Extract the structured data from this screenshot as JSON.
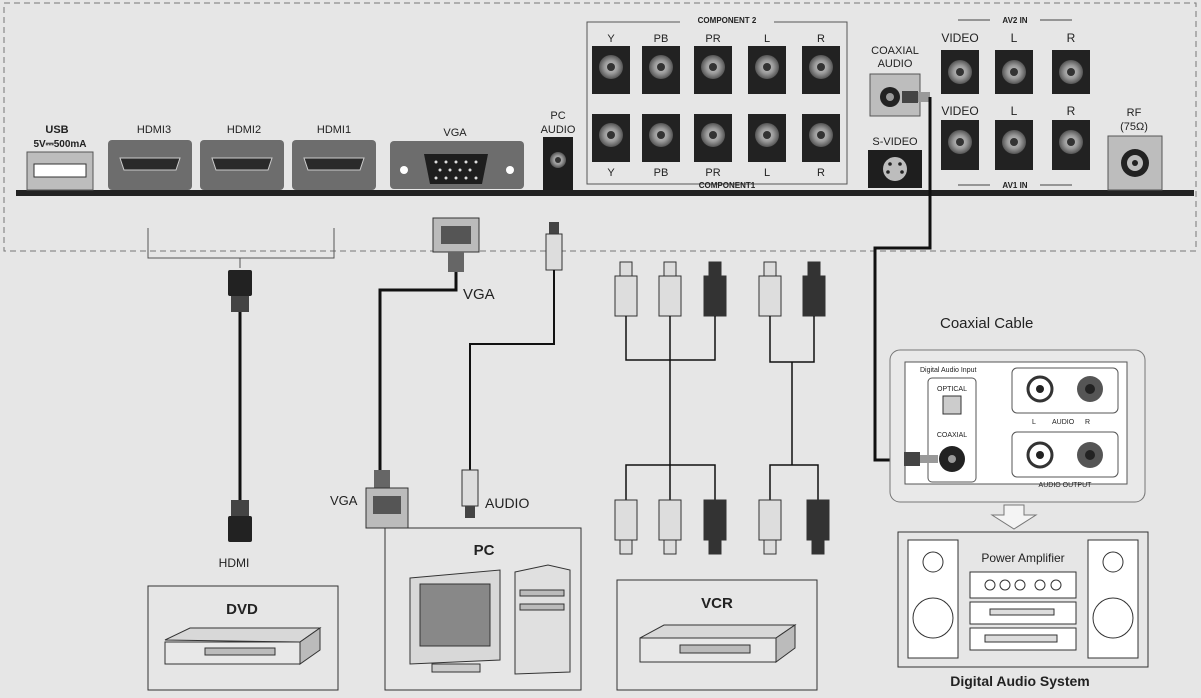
{
  "panel": {
    "usb": "USB",
    "usb_power": "5V⎓500mA",
    "hdmi3": "HDMI3",
    "hdmi2": "HDMI2",
    "hdmi1": "HDMI1",
    "vga": "VGA",
    "pc_audio_1": "PC",
    "pc_audio_2": "AUDIO",
    "component2": "COMPONENT 2",
    "component1": "COMPONENT1",
    "comp_top": [
      "Y",
      "PB",
      "PR",
      "L",
      "R"
    ],
    "comp_bottom": [
      "Y",
      "PB",
      "PR",
      "L",
      "R"
    ],
    "coaxial_1": "COAXIAL",
    "coaxial_2": "AUDIO",
    "svideo": "S-VIDEO",
    "av2_in": "AV2 IN",
    "av1_in": "AV1 IN",
    "av_top": [
      "VIDEO",
      "L",
      "R"
    ],
    "av_bottom": [
      "VIDEO",
      "L",
      "R"
    ],
    "rf_1": "RF",
    "rf_2": "(75Ω)"
  },
  "labels": {
    "hdmi": "HDMI",
    "vga_top": "VGA",
    "vga_bottom": "VGA",
    "audio": "AUDIO",
    "coaxial_cable": "Coaxial Cable"
  },
  "devices": {
    "dvd": "DVD",
    "pc": "PC",
    "vcr": "VCR"
  },
  "audio_panel": {
    "title": "Digital Audio Input",
    "optical": "OPTICAL",
    "coaxial": "COAXIAL",
    "l": "L",
    "audio": "AUDIO",
    "r": "R",
    "output": "AUDIO OUTPUT"
  },
  "audio_system": {
    "amp": "Power Amplifier",
    "caption": "Digital Audio System"
  }
}
